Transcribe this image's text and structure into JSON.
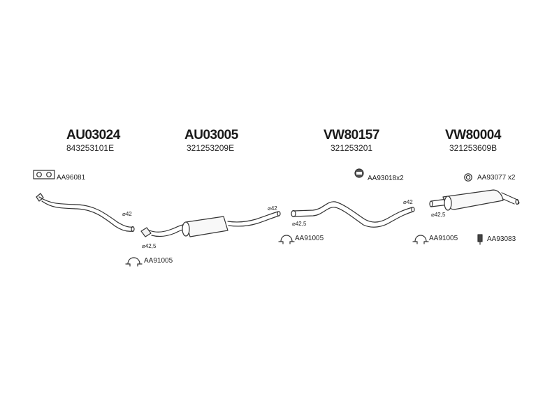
{
  "groups": [
    {
      "code": "AU03024",
      "oem": "843253101E"
    },
    {
      "code": "AU03005",
      "oem": "321253209E"
    },
    {
      "code": "VW80157",
      "oem": "321253201"
    },
    {
      "code": "VW80004",
      "oem": "321253609B"
    }
  ],
  "parts": {
    "gasket": "AA96081",
    "clamp1": "AA91005",
    "clamp2": "AA91005",
    "clamp3": "AA91005",
    "ring_mount": "AA93018x2",
    "ring": "AA93077 x2",
    "hanger": "AA93083"
  },
  "diameters": {
    "d1": "⌀42",
    "d2": "⌀42,5",
    "d3": "⌀42",
    "d4": "⌀42,5",
    "d5": "⌀42",
    "d6": "⌀42,5"
  }
}
